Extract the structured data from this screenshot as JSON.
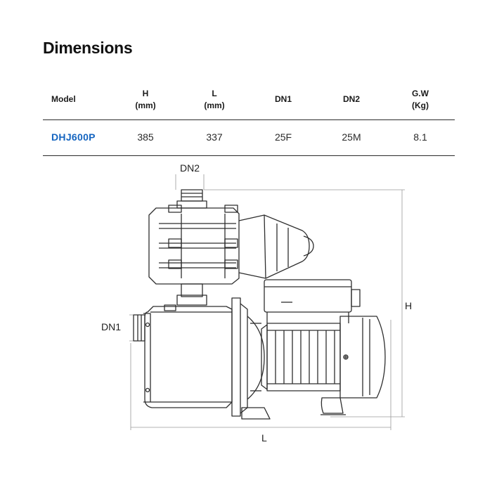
{
  "page": {
    "title": "Dimensions"
  },
  "table": {
    "headers": {
      "model": "Model",
      "h_line1": "H",
      "h_line2": "(mm)",
      "l_line1": "L",
      "l_line2": "(mm)",
      "dn1": "DN1",
      "dn2": "DN2",
      "gw_line1": "G.W",
      "gw_line2": "(Kg)"
    },
    "row": {
      "model": "DHJ600P",
      "h": "385",
      "l": "337",
      "dn1": "25F",
      "dn2": "25M",
      "gw": "8.1"
    }
  },
  "drawing": {
    "label_dn2": "DN2",
    "label_dn1": "DN1",
    "label_h": "H",
    "label_l": "L"
  },
  "colors": {
    "model_accent": "#1565c0",
    "line": "#2a2a2a",
    "dimension_line": "#999999"
  }
}
